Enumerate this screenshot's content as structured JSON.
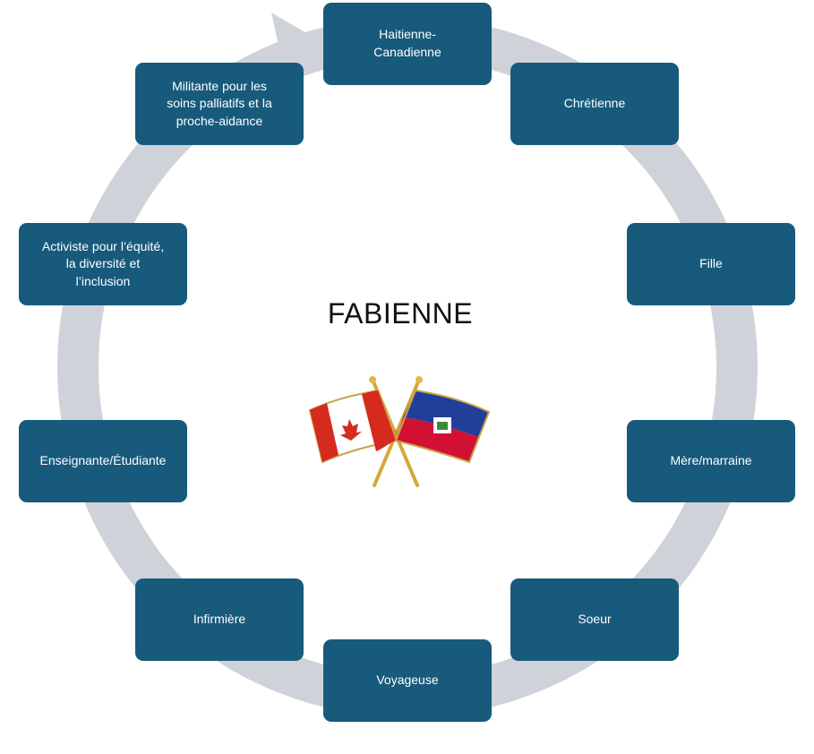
{
  "center": {
    "title": "FABIENNE",
    "emblem": "crossed-flags-canada-haiti"
  },
  "nodes": [
    {
      "id": "haitienne-canadienne",
      "label": "Haitienne-\nCanadienne"
    },
    {
      "id": "chretienne",
      "label": "Chrétienne"
    },
    {
      "id": "fille",
      "label": "Fille"
    },
    {
      "id": "mere-marraine",
      "label": "Mère/marraine"
    },
    {
      "id": "soeur",
      "label": "Soeur"
    },
    {
      "id": "voyageuse",
      "label": "Voyageuse"
    },
    {
      "id": "infirmiere",
      "label": "Infirmière"
    },
    {
      "id": "enseignante-etudiante",
      "label": "Enseignante/Étudiante"
    },
    {
      "id": "activiste",
      "label": "Activiste pour l’équité,\nla diversité et\nl’inclusion"
    },
    {
      "id": "militante",
      "label": "Militante pour les\nsoins palliatifs et la\nproche-aidance"
    }
  ],
  "colors": {
    "node_fill": "#175a7c",
    "node_text": "#ffffff",
    "ring": "#cfd3d9",
    "canada_red": "#d52b1e",
    "haiti_blue": "#1f3f99",
    "haiti_red": "#d21034",
    "pole_gold": "#d4a73a"
  }
}
